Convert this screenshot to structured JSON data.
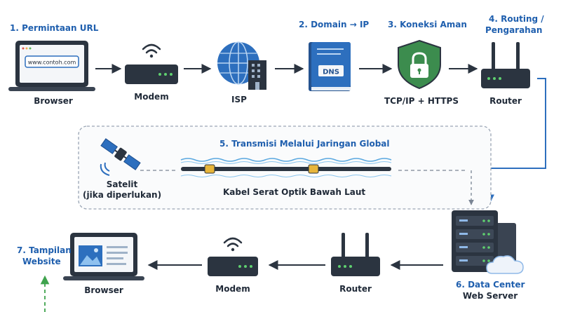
{
  "top_row": {
    "step1": "1. Permintaan URL",
    "step2": "2. Domain → IP",
    "step3": "3. Koneksi Aman",
    "step4_line1": "4. Routing /",
    "step4_line2": "Pengarahan",
    "browser_url": "www.contoh.com",
    "browser_label": "Browser",
    "modem_label": "Modem",
    "isp_label": "ISP",
    "dns_text": "DNS",
    "secure_label": "TCP/IP + HTTPS",
    "router_label": "Router"
  },
  "middle": {
    "step5": "5. Transmisi Melalui Jaringan Global",
    "satellite_line1": "Satelit",
    "satellite_line2": "(jika diperlukan)",
    "cable_label": "Kabel Serat Optik Bawah Laut"
  },
  "bottom_row": {
    "step6_line1": "6. Data Center",
    "step6_line2": "Web Server",
    "router_label": "Router",
    "modem_label": "Modem",
    "browser_label": "Browser",
    "step7_line1": "7. Tampilan",
    "step7_line2": "Website"
  },
  "colors": {
    "accent": "#1f5fae",
    "device": "#2b3440",
    "shield": "#3c8c4e",
    "dns_book": "#2d6fbe",
    "green_dashed": "#3fa34d"
  }
}
